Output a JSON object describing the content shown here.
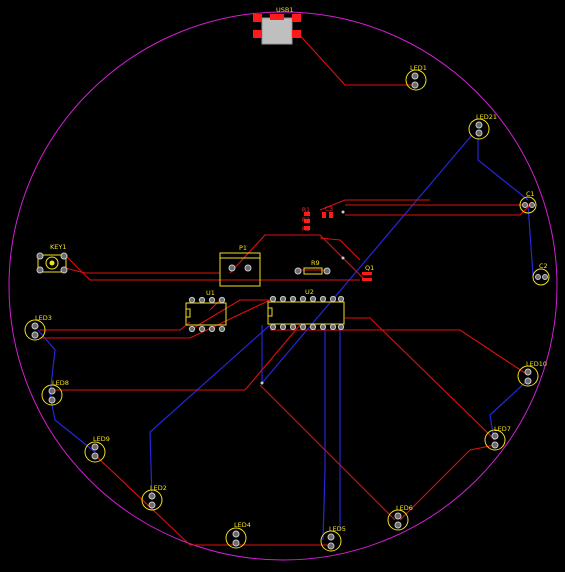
{
  "colors": {
    "background": "#000000",
    "outline": "#d21fd2",
    "silkscreen": "#f2e11d",
    "top_copper": "#e01010",
    "bottom_copper": "#2626d9",
    "pad_ring": "#c9c9c9",
    "hole": "#6b6b6b",
    "smd_pad": "#ff1a1a"
  },
  "labels": {
    "usb1": "USB1",
    "led1": "LED1",
    "led21": "LED21",
    "c1": "C1",
    "c2": "C2",
    "c3": "C3",
    "r1": "R1",
    "r2": "R2",
    "r3": "R3",
    "key1": "KEY1",
    "p1": "P1",
    "r9": "R9",
    "q1": "Q1",
    "u1": "U1",
    "u2": "U2",
    "led3": "LED3",
    "led8": "LED8",
    "led9": "LED9",
    "led2": "LED2",
    "led4": "LED4",
    "led5": "LED5",
    "led6": "LED6",
    "led7": "LED7",
    "led10": "LED10"
  }
}
